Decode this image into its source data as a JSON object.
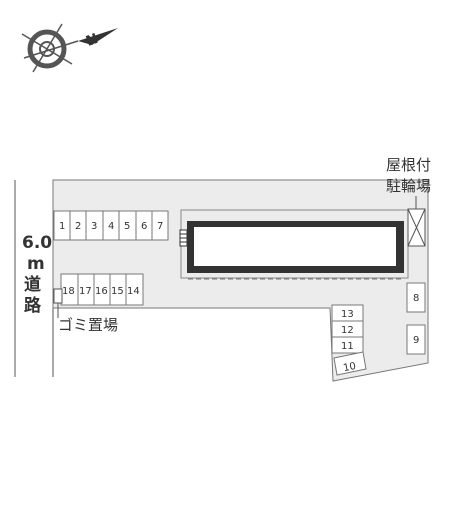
{
  "compass": {
    "north_label": "N"
  },
  "road": {
    "width_label": "6.0",
    "unit_label": "m",
    "label_char1": "道",
    "label_char2": "路"
  },
  "garbage_area": {
    "label": "ゴミ置場"
  },
  "bicycle_parking": {
    "line1": "屋根付",
    "line2": "駐輪場"
  },
  "parking_top_row": [
    "1",
    "2",
    "3",
    "4",
    "5",
    "6",
    "7"
  ],
  "parking_bottom_row": [
    "18",
    "17",
    "16",
    "15",
    "14"
  ],
  "parking_right_column": [
    "8",
    "9"
  ],
  "parking_center_column": [
    "13",
    "12",
    "11",
    "10"
  ],
  "colors": {
    "lot_fill": "#ececec",
    "building_fill": "#ffffff",
    "building_frame": "#333333",
    "lines": "#555555"
  }
}
